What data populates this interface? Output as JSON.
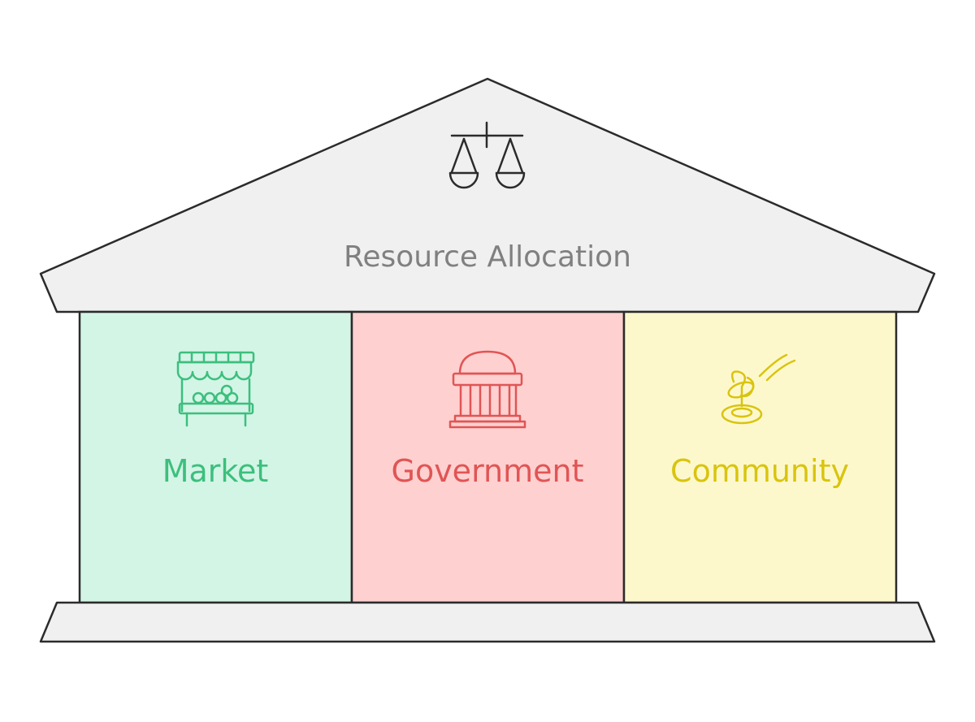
{
  "roof": {
    "title": "Resource Allocation",
    "icon": "scales-of-justice-icon",
    "fill": "#f0f0f0",
    "text_color": "#808080"
  },
  "columns": [
    {
      "label": "Market",
      "icon": "market-stall-icon",
      "fill": "#d3f5e6",
      "color": "#3cbf7d"
    },
    {
      "label": "Government",
      "icon": "government-building-icon",
      "fill": "#ffd0d0",
      "color": "#e05555"
    },
    {
      "label": "Community",
      "icon": "ring-toss-icon",
      "fill": "#fdf8cc",
      "color": "#d9c40f"
    }
  ],
  "base": {
    "fill": "#f0f0f0"
  },
  "stroke": "#2b2b2b"
}
